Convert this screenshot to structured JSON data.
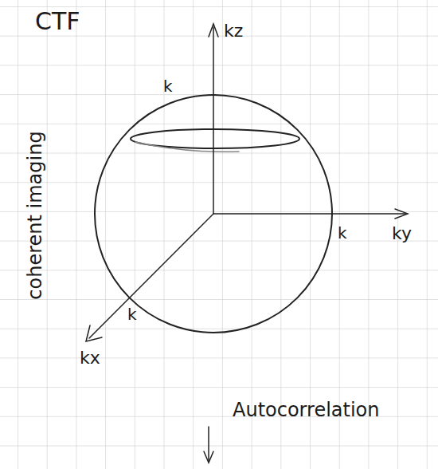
{
  "diagram": {
    "title": "CTF",
    "labels": [
      "kz",
      "k",
      "k",
      "ky",
      "k",
      "kx",
      "coherent imaging",
      "Autocorrelation"
    ]
  }
}
